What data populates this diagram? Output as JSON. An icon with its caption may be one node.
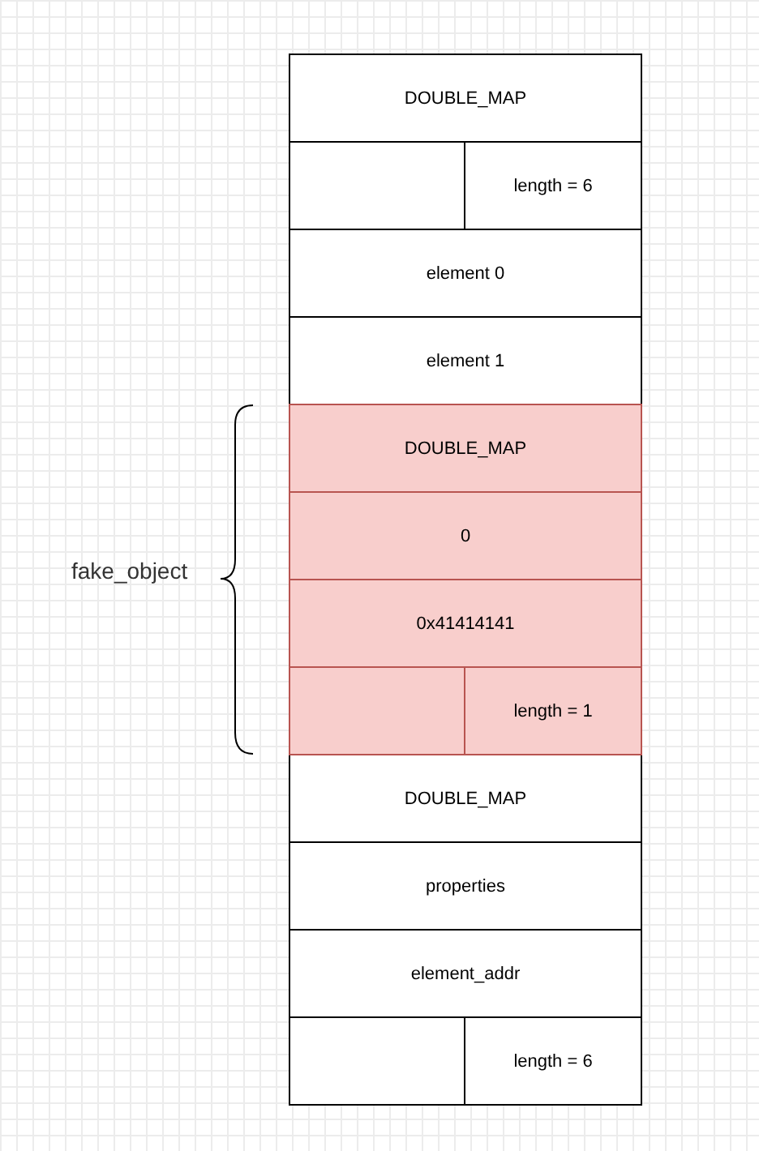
{
  "diagram": {
    "nodes": [
      {
        "text": [
          "DOUBLE_MAP"
        ]
      },
      {
        "text": [],
        "shape": "box"
      },
      {
        "text": [
          "length = 6"
        ]
      },
      {
        "text": [
          "element 0"
        ]
      },
      {
        "text": [
          "element 1"
        ]
      },
      {
        "text": [
          "DOUBLE_MAP"
        ]
      },
      {
        "text": [
          "0"
        ]
      },
      {
        "text": [
          "0x41414141"
        ]
      },
      {
        "text": [],
        "shape": "box"
      },
      {
        "text": [
          "length = 1"
        ]
      },
      {
        "text": [
          "DOUBLE_MAP"
        ]
      },
      {
        "text": [
          "properties"
        ]
      },
      {
        "text": [
          "element_addr"
        ]
      },
      {
        "text": [],
        "shape": "box"
      },
      {
        "text": [
          "length = 6"
        ]
      }
    ],
    "labels": [
      "fake_object"
    ]
  }
}
